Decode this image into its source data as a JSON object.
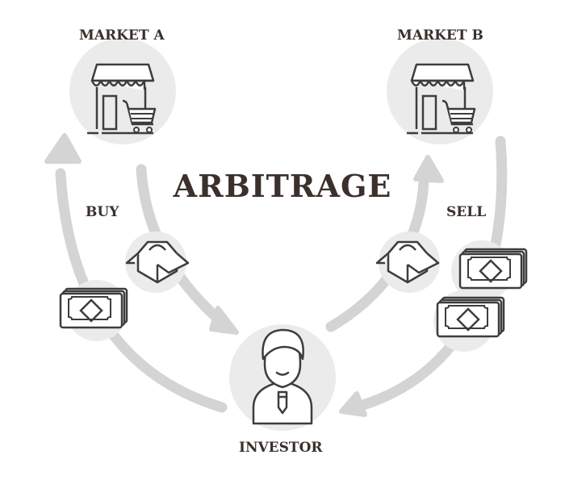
{
  "title": "ARBITRAGE",
  "nodes": {
    "market_a": {
      "label": "MARKET A",
      "icon": "store-cart-icon"
    },
    "market_b": {
      "label": "MARKET B",
      "icon": "store-cart-icon"
    },
    "investor": {
      "label": "INVESTOR",
      "icon": "businessman-icon"
    }
  },
  "flows": {
    "buy": {
      "label": "BUY"
    },
    "sell": {
      "label": "SELL"
    }
  },
  "colors": {
    "text": "#3a302c",
    "arrow": "#d4d4d4",
    "circle": "#ebebeb",
    "stroke": "#3d3d3d"
  }
}
